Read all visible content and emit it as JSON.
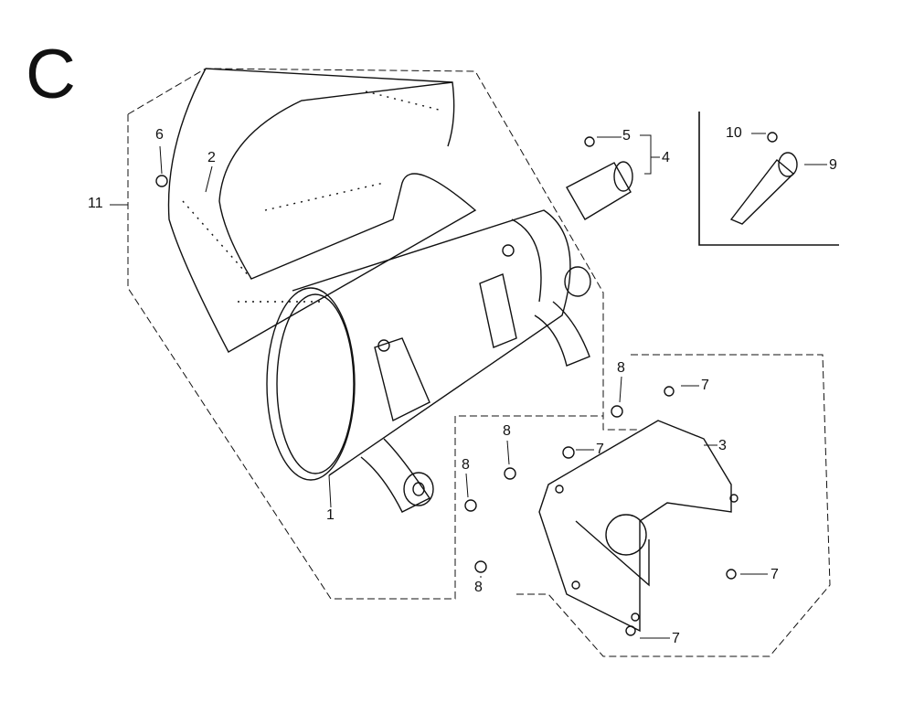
{
  "section_letter": "C",
  "callouts": {
    "c11": "11",
    "c6": "6",
    "c2": "2",
    "c1": "1",
    "c5": "5",
    "c4": "4",
    "c10": "10",
    "c9": "9",
    "c8a": "8",
    "c7a": "7",
    "c7b": "7",
    "c3": "3",
    "c8b": "8",
    "c8c": "8",
    "c7c": "7",
    "c8d": "8",
    "c7d": "7"
  },
  "colors": {
    "line": "#111111",
    "background": "#ffffff"
  }
}
